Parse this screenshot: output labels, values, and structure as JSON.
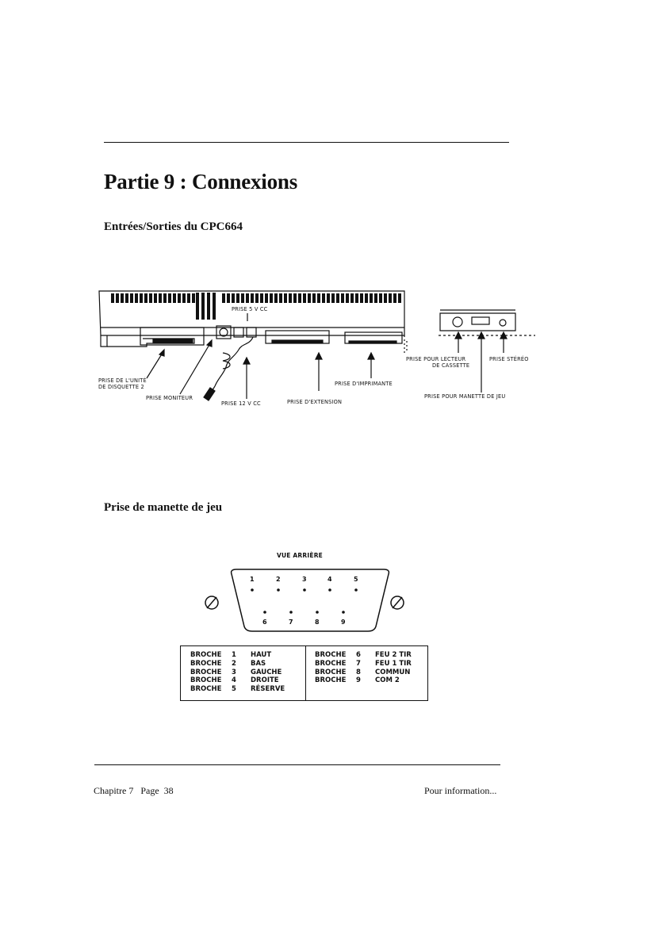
{
  "heading": {
    "title": "Partie 9 : Connexions",
    "section1": "Entrées/Sorties du CPC664",
    "section2": "Prise de manette de jeu"
  },
  "io_diagram": {
    "labels": {
      "prise_5v": "PRISE 5 V CC",
      "disquette_line1": "PRISE DE L'UNITÉ",
      "disquette_line2": "DE DISQUETTE 2",
      "moniteur": "PRISE MONITEUR",
      "prise_12v": "PRISE 12 V CC",
      "extension": "PRISE D'EXTENSION",
      "imprimante": "PRISE D'IMPRIMANTE",
      "cassette_line1": "PRISE POUR LECTEUR",
      "cassette_line2": "DE CASSETTE",
      "stereo": "PRISE STÉRÉO",
      "manette": "PRISE POUR MANETTE DE JEU"
    }
  },
  "joystick": {
    "view_label": "VUE ARRIÈRE",
    "top_pins": [
      "1",
      "2",
      "3",
      "4",
      "5"
    ],
    "bottom_pins": [
      "6",
      "7",
      "8",
      "9"
    ],
    "left_column": [
      {
        "broche": "BROCHE",
        "num": "1",
        "function": "HAUT"
      },
      {
        "broche": "BROCHE",
        "num": "2",
        "function": "BAS"
      },
      {
        "broche": "BROCHE",
        "num": "3",
        "function": "GAUCHE"
      },
      {
        "broche": "BROCHE",
        "num": "4",
        "function": "DROITE"
      },
      {
        "broche": "BROCHE",
        "num": "5",
        "function": "RÉSERVE"
      }
    ],
    "right_column": [
      {
        "broche": "BROCHE",
        "num": "6",
        "function": "FEU 2 TIR"
      },
      {
        "broche": "BROCHE",
        "num": "7",
        "function": "FEU 1 TIR"
      },
      {
        "broche": "BROCHE",
        "num": "8",
        "function": "COMMUN"
      },
      {
        "broche": "BROCHE",
        "num": "9",
        "function": "COM 2"
      }
    ]
  },
  "footer": {
    "left": "Chapitre 7   Page  38",
    "right": "Pour information..."
  }
}
